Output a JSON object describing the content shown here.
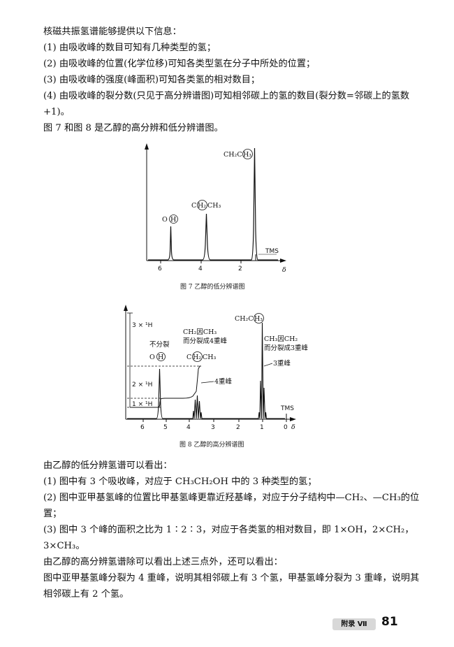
{
  "intro": {
    "heading": "核磁共振氢谱能够提供以下信息：",
    "items": [
      "(1) 由吸收峰的数目可知有几种类型的氢；",
      "(2) 由吸收峰的位置(化学位移)可知各类型氢在分子中所处的位置；",
      "(3) 由吸收峰的强度(峰面积)可知各类氢的相对数目；",
      "(4) 由吸收峰的裂分数(只见于高分辨谱图)可知相邻碳上的氢的数目(裂分数=邻碳上的氢数+1)。"
    ],
    "fig_intro": "图 7 和图 8 是乙醇的高分辨和低分辨谱图。"
  },
  "figure7": {
    "caption": "图 7   乙醇的低分辨谱图",
    "axis_label": "δ",
    "tms_label": "TMS",
    "ticks": [
      "6",
      "4",
      "2"
    ],
    "peaks": [
      {
        "label_pre": "O",
        "label_circ": "H",
        "label_post": ""
      },
      {
        "label_pre": "C",
        "label_circ": "H₂",
        "label_post": "CH₃"
      },
      {
        "label_pre": "CH₂C",
        "label_circ": "H₃",
        "label_post": ""
      }
    ]
  },
  "figure8": {
    "caption": "图 8   乙醇的高分辨谱图",
    "axis_label": "δ",
    "tms_label": "TMS",
    "ticks": [
      "6",
      "5",
      "4",
      "3",
      "2",
      "1",
      "0"
    ],
    "integrals": [
      "3 × ¹H",
      "2 × ¹H",
      "1 × ¹H"
    ],
    "labels": {
      "oh_note": "不分裂",
      "oh_pre": "O",
      "oh_circ": "H",
      "ch2_note1": "CH₂因CH₃",
      "ch2_note2": "而分裂成4重峰",
      "ch2_pre": "C",
      "ch2_circ": "H₂",
      "ch2_post": "CH₃",
      "ch2_mult": "4重峰",
      "ch3_pre": "CH₂C",
      "ch3_circ": "H₃",
      "ch3_note1": "CH₃因CH₂",
      "ch3_note2": "而分裂成3重峰",
      "ch3_mult": "3重峰"
    }
  },
  "analysis": {
    "low_heading": "由乙醇的低分辨氢谱可以看出：",
    "low_items": [
      "(1) 图中有 3 个吸收峰，对应于 CH₃CH₂OH 中的 3 种类型的氢；",
      "(2) 图中亚甲基氢峰的位置比甲基氢峰更靠近羟基峰，对应于分子结构中—CH₂、—CH₃的位置；",
      "(3) 图中 3 个峰的面积之比为 1∶2∶3，对应于各类氢的相对数目，即 1×OH，2×CH₂，3×CH₃。"
    ],
    "high_heading": "由乙醇的高分辨氢谱除可以看出上述三点外，还可以看出：",
    "high_text": "图中亚甲基氢峰分裂为 4 重峰，说明其相邻碳上有 3 个氢，甲基氢峰分裂为 3 重峰，说明其相邻碳上有 2 个氢。"
  },
  "footer": {
    "tag": "附录 Ⅶ",
    "page_number": "81"
  }
}
